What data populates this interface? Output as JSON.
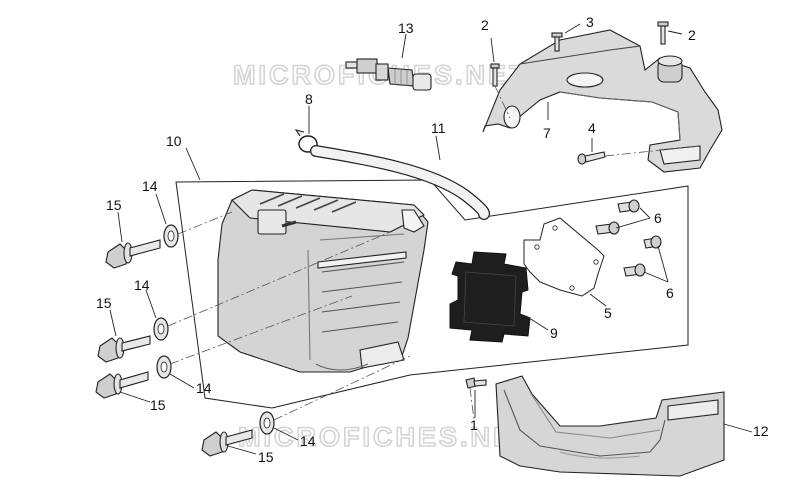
{
  "watermarks": [
    "MICROFICHES.NET",
    "MICROFICHES.NET"
  ],
  "callouts": {
    "c1": "1",
    "c2a": "2",
    "c2b": "2",
    "c3": "3",
    "c4": "4",
    "c5": "5",
    "c6a": "6",
    "c6b": "6",
    "c7": "7",
    "c8": "8",
    "c9": "9",
    "c10": "10",
    "c11": "11",
    "c12": "12",
    "c13": "13",
    "c14a": "14",
    "c14b": "14",
    "c14c": "14",
    "c14d": "14",
    "c15a": "15",
    "c15b": "15",
    "c15c": "15",
    "c15d": "15"
  },
  "colors": {
    "part_fill": "#dcdcdc",
    "part_light": "#efefef",
    "gasket_dark": "#1e1e1e",
    "outline": "#222222",
    "watermark": "#d4d4d4"
  }
}
